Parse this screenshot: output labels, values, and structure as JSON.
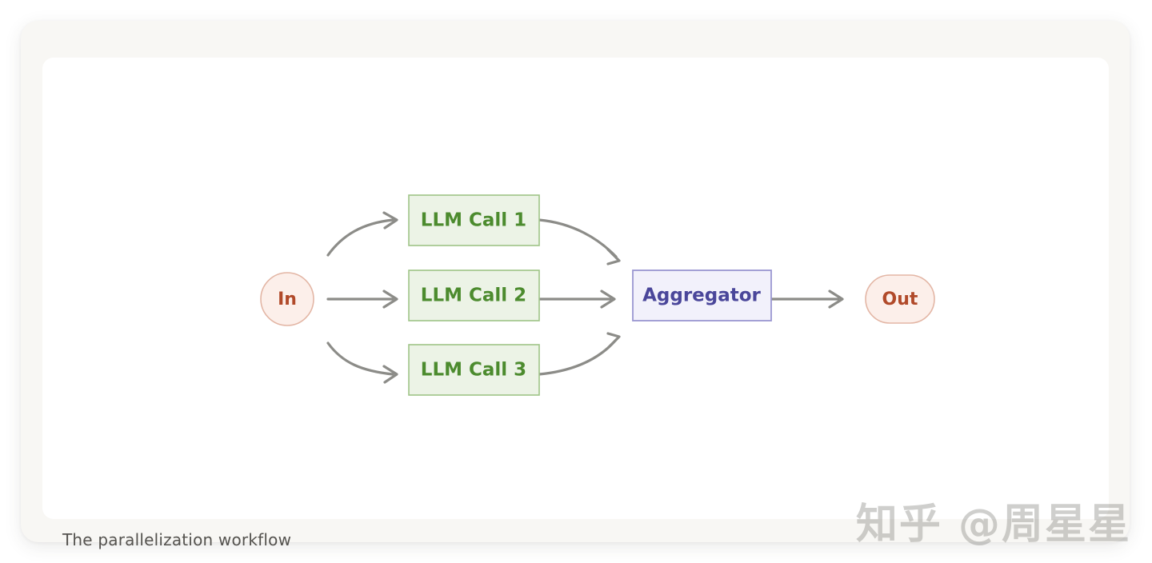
{
  "figure": {
    "caption": "The parallelization workflow",
    "watermark": "知乎 @周星星",
    "background_color": "#f8f7f4",
    "canvas_color": "#ffffff"
  },
  "diagram": {
    "type": "flowchart",
    "orientation": "left-to-right",
    "palette": {
      "llm_fill": "#ecf3e6",
      "llm_border": "#9fc487",
      "llm_text": "#4c8b2e",
      "aggregator_fill": "#f2f1fb",
      "aggregator_border": "#9a97d1",
      "aggregator_text": "#4a469a",
      "io_fill": "#fcefea",
      "io_border": "#e3b6a5",
      "io_text": "#b14a2a",
      "arrow_color": "#8c8c88"
    },
    "nodes": [
      {
        "id": "in",
        "label": "In",
        "shape": "circle",
        "role": "input"
      },
      {
        "id": "llm-call-1",
        "label": "LLM Call 1",
        "shape": "rectangle",
        "role": "worker"
      },
      {
        "id": "llm-call-2",
        "label": "LLM Call 2",
        "shape": "rectangle",
        "role": "worker"
      },
      {
        "id": "llm-call-3",
        "label": "LLM Call 3",
        "shape": "rectangle",
        "role": "worker"
      },
      {
        "id": "aggregator",
        "label": "Aggregator",
        "shape": "rectangle",
        "role": "aggregator"
      },
      {
        "id": "out",
        "label": "Out",
        "shape": "rounded-pill",
        "role": "output"
      }
    ],
    "edges": [
      {
        "from": "in",
        "to": "llm-call-1",
        "style": "curved"
      },
      {
        "from": "in",
        "to": "llm-call-2",
        "style": "straight"
      },
      {
        "from": "in",
        "to": "llm-call-3",
        "style": "curved"
      },
      {
        "from": "llm-call-1",
        "to": "aggregator",
        "style": "curved"
      },
      {
        "from": "llm-call-2",
        "to": "aggregator",
        "style": "straight"
      },
      {
        "from": "llm-call-3",
        "to": "aggregator",
        "style": "curved"
      },
      {
        "from": "aggregator",
        "to": "out",
        "style": "straight"
      }
    ]
  }
}
